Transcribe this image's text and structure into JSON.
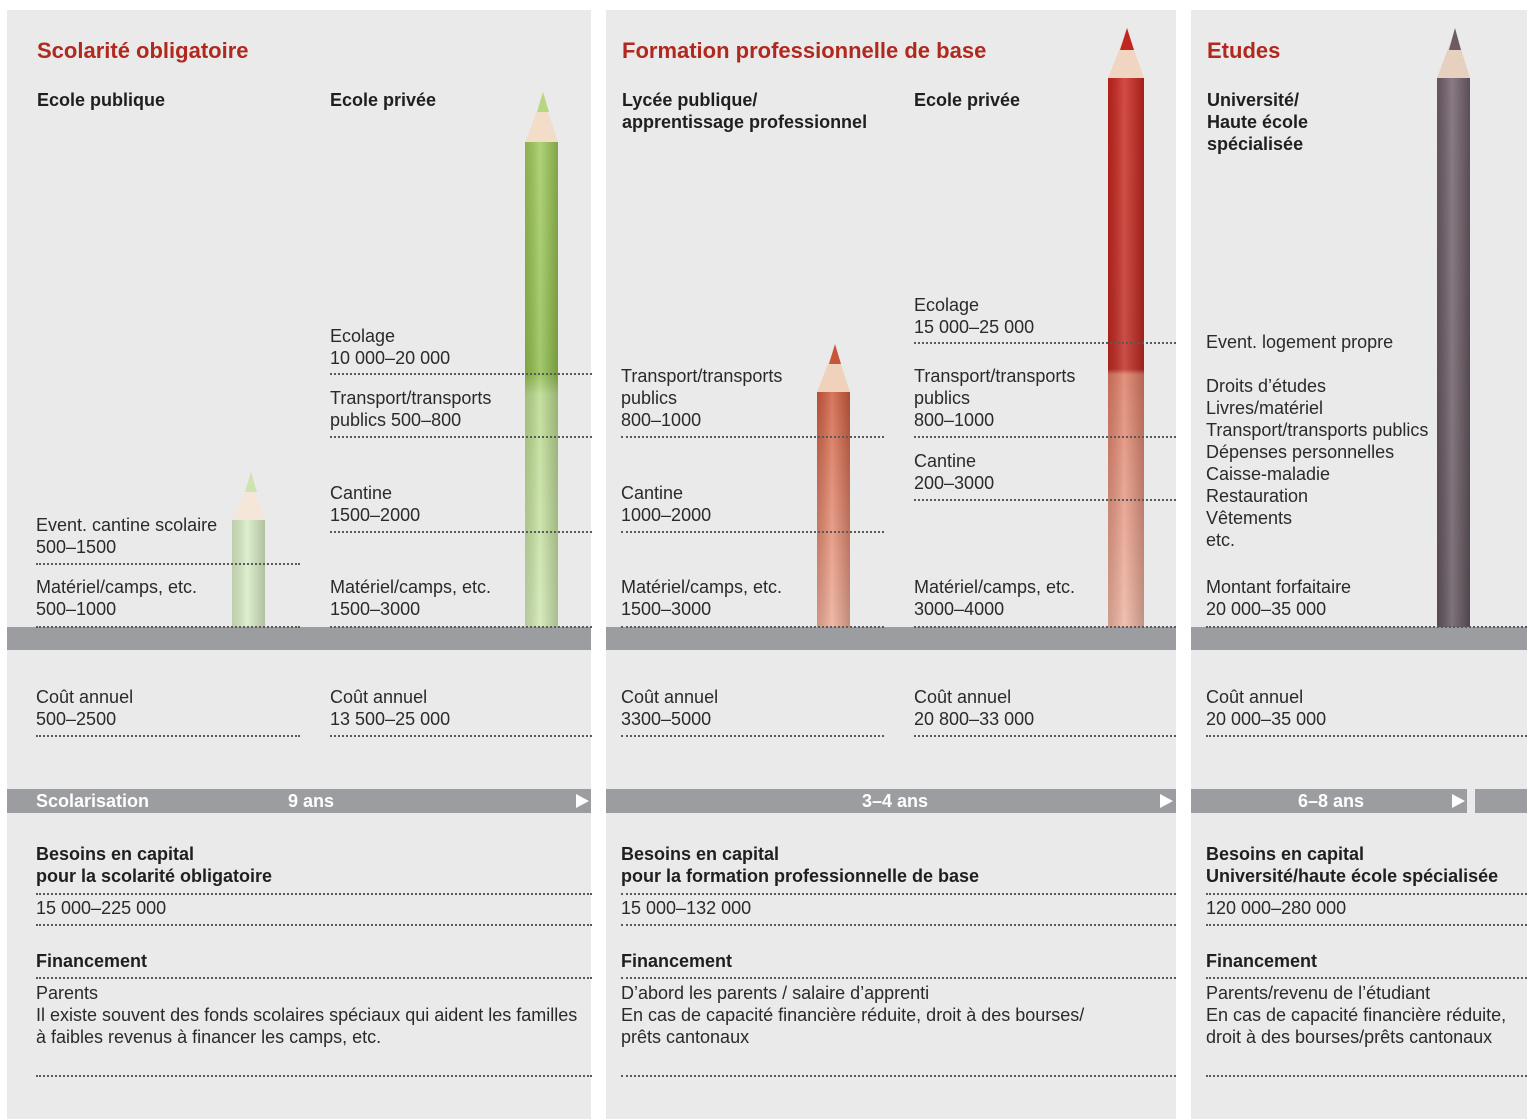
{
  "colors": {
    "heading": "#b0281e",
    "panel": "#eaeaeb",
    "bar": "#9c9da1",
    "pencil_green": "#a6cf6b",
    "pencil_orange": "#d2654a",
    "pencil_red": "#c02a20",
    "pencil_purple": "#6e6068"
  },
  "col1": {
    "title": "Scolarité obligatoire",
    "public": {
      "label": "Ecole publique",
      "items": [
        "Event. cantine scolaire\n500–1500",
        "Matériel/camps, etc.\n500–1000"
      ],
      "cost": "Coût annuel\n500–2500"
    },
    "private": {
      "label": "Ecole privée",
      "items": [
        "Ecolage\n10 000–20 000",
        "Transport/transports\npublics 500–800",
        "Cantine\n1500–2000",
        "Matériel/camps, etc.\n1500–3000"
      ],
      "cost": "Coût annuel\n13 500–25 000"
    },
    "timeline_label": "Scolarisation",
    "duration": "9 ans",
    "capital_title": "Besoins en capital\npour la scolarité obligatoire",
    "capital_value": "15 000–225 000",
    "fin_title": "Financement",
    "fin_text": "Parents\nIl existe souvent des fonds scolaires spéciaux qui aident les familles\nà faibles revenus à financer les camps, etc."
  },
  "col2": {
    "title": "Formation professionnelle de base",
    "public": {
      "label": "Lycée publique/\napprentissage professionnel",
      "items": [
        "Transport/transports\npublics\n800–1000",
        "Cantine\n1000–2000",
        "Matériel/camps, etc.\n1500–3000"
      ],
      "cost": "Coût annuel\n3300–5000"
    },
    "private": {
      "label": "Ecole privée",
      "items": [
        "Ecolage\n15 000–25 000",
        "Transport/transports\npublics\n800–1000",
        "Cantine\n200–3000",
        "Matériel/camps, etc.\n3000–4000"
      ],
      "cost": "Coût annuel\n20 800–33 000"
    },
    "duration": "3–4 ans",
    "capital_title": "Besoins en capital\npour la formation professionnelle de base",
    "capital_value": "15 000–132 000",
    "fin_title": "Financement",
    "fin_text": "D’abord les parents / salaire d’apprenti\nEn cas de capacité financière réduite, droit à des bourses/\nprêts cantonaux"
  },
  "col3": {
    "title": "Etudes",
    "label": "Université/\nHaute école\nspécialisée",
    "items": [
      "Event. logement propre",
      "Droits d’études\nLivres/matériel\nTransport/transports publics\nDépenses personnelles\nCaisse-maladie\nRestauration\nVêtements\netc.",
      "Montant forfaitaire\n20 000–35 000"
    ],
    "cost": "Coût annuel\n20 000–35 000",
    "duration": "6–8 ans",
    "capital_title": "Besoins en capital\nUniversité/haute école spécialisée",
    "capital_value": "120 000–280 000",
    "fin_title": "Financement",
    "fin_text": "Parents/revenu de l’étudiant\nEn cas de capacité financière réduite,\ndroit à des bourses/prêts cantonaux"
  }
}
